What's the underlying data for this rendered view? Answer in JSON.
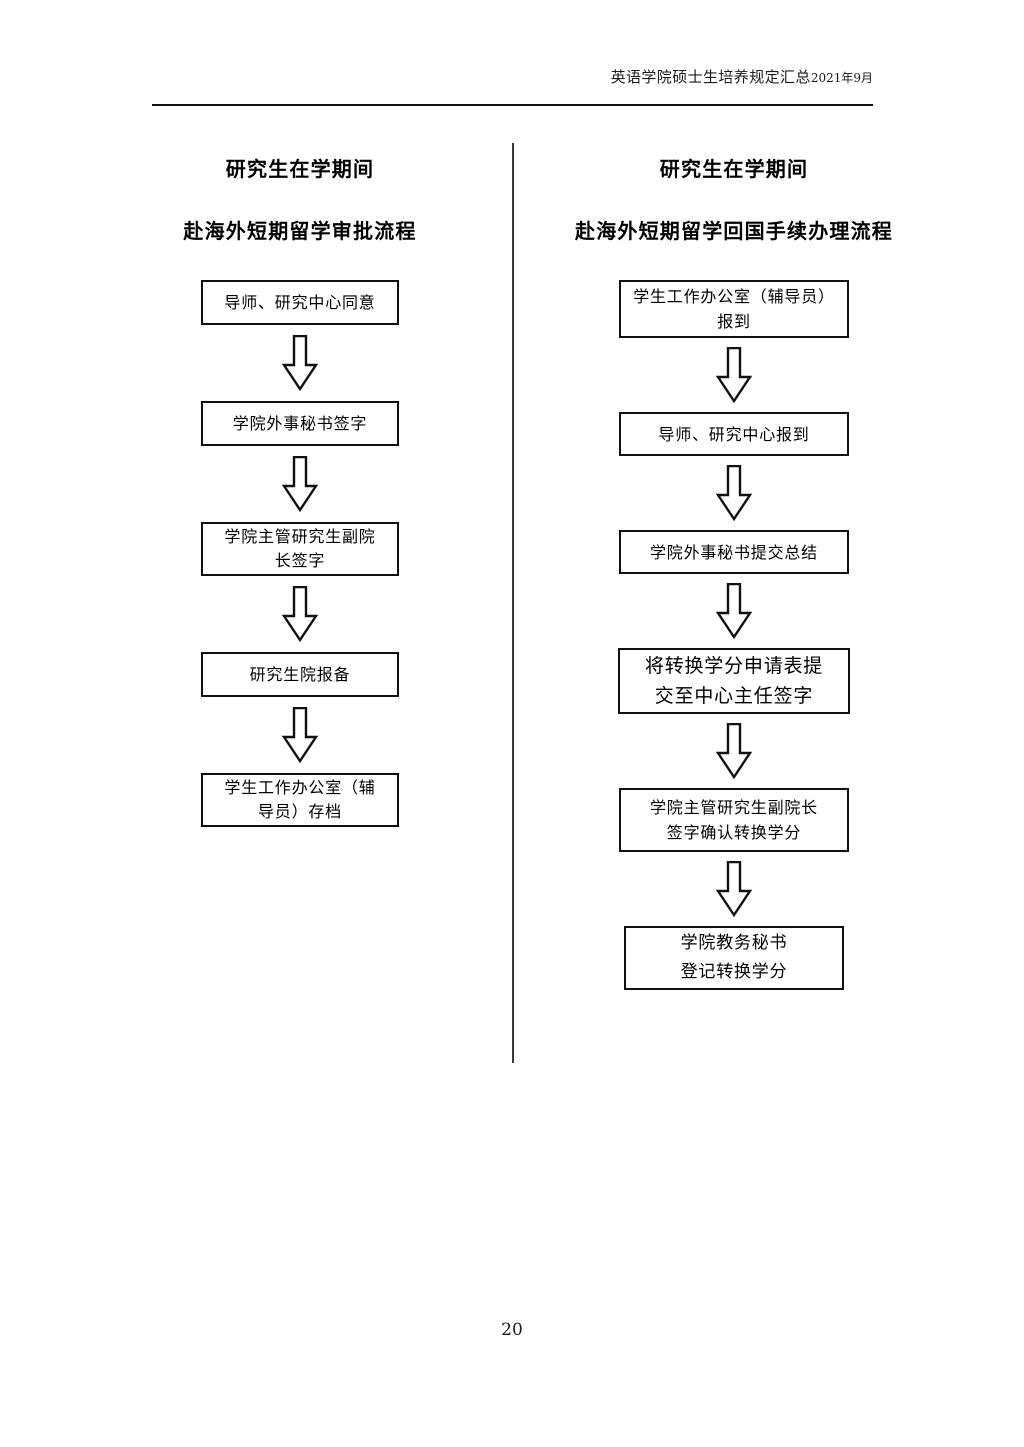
{
  "page": {
    "header": {
      "title": "英语学院硕士生培养规定汇总",
      "date": "2021年9月"
    },
    "page_number": "20"
  },
  "columns": [
    {
      "id": "left",
      "title_line1": "研究生在学期间",
      "title_line2": "赴海外短期留学审批流程",
      "steps": [
        {
          "label": "导师、研究中心同意",
          "size": "h1"
        },
        {
          "label": "学院外事秘书签字",
          "size": "h1"
        },
        {
          "label": "学院主管研究生副院\n长签字",
          "size": "h2"
        },
        {
          "label": "研究生院报备",
          "size": "h1"
        },
        {
          "label": "学生工作办公室（辅\n导员）存档",
          "size": "h2"
        }
      ]
    },
    {
      "id": "right",
      "title_line1": "研究生在学期间",
      "title_line2": "赴海外短期留学回国手续办理流程",
      "steps": [
        {
          "label": "学生工作办公室（辅导员）\n报到",
          "size": "h2"
        },
        {
          "label": "导师、研究中心报到",
          "size": "h1"
        },
        {
          "label": "学院外事秘书提交总结",
          "size": "h1"
        },
        {
          "label": "将转换学分申请表提\n交至中心主任签字",
          "size": "wide"
        },
        {
          "label": "学院主管研究生副院长\n签字确认转换学分",
          "size": "tall"
        },
        {
          "label": "学院教务秘书\n登记转换学分",
          "size": "last"
        }
      ]
    }
  ],
  "icons": {
    "arrow": "down-block-arrow"
  },
  "colors": {
    "ink": "#111111",
    "paper": "#ffffff",
    "rule": "#3a3a3a"
  }
}
